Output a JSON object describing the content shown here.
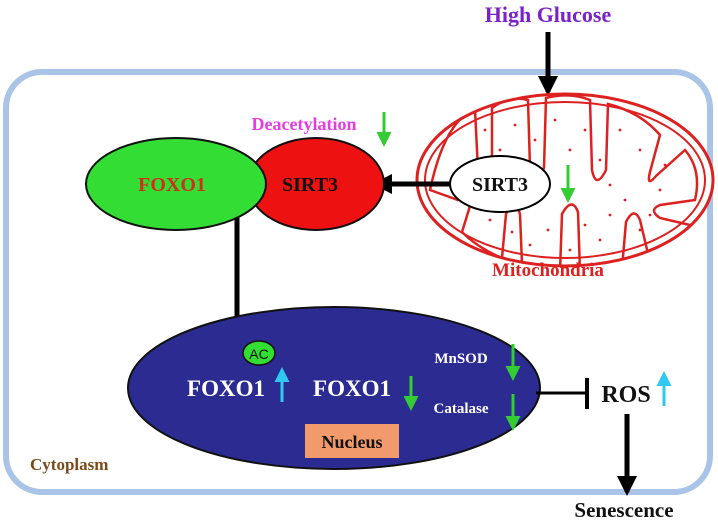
{
  "labels": {
    "high_glucose": "High Glucose",
    "deacetylation": "Deacetylation",
    "foxo1_complex": "FOXO1",
    "sirt3_complex": "SIRT3",
    "sirt3_mito": "SIRT3",
    "mitochondria": "Mitochondria",
    "ac": "AC",
    "foxo1_acetylated": "FOXO1",
    "foxo1_nuclear": "FOXO1",
    "mnsod": "MnSOD",
    "catalase": "Catalase",
    "nucleus": "Nucleus",
    "ros": "ROS",
    "cytoplasm": "Cytoplasm",
    "senescence": "Senescence"
  },
  "colors": {
    "cell_border": "#a9c4e6",
    "high_glucose_text": "#7a22c8",
    "deacetylation_text": "#e63ce6",
    "foxo1_fill": "#33dd33",
    "foxo1_text": "#d0301a",
    "sirt3_fill": "#ee1111",
    "mito_red": "#dd2020",
    "nucleus_fill": "#2b2b92",
    "nucleus_label_bg": "#f29a6c",
    "cytoplasm_text": "#7a4a1a",
    "arrow_down_green": "#33cc33",
    "arrow_up_blue": "#2ec8f0"
  }
}
